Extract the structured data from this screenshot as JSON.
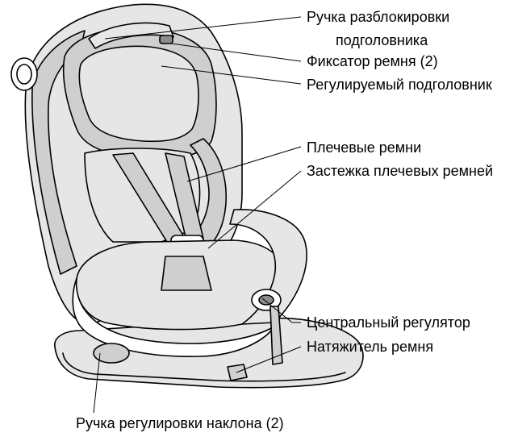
{
  "labels": {
    "headrest_release_line1": "Ручка разблокировки",
    "headrest_release_line2": "подголовника",
    "belt_lock": "Фиксатор ремня (2)",
    "adjustable_headrest": "Регулируемый подголовник",
    "shoulder_straps": "Плечевые ремни",
    "shoulder_strap_buckle": "Застежка плечевых ремней",
    "central_adjuster": "Центральный регулятор",
    "belt_tensioner": "Натяжитель ремня",
    "recline_handle": "Ручка регулировки наклона (2)"
  }
}
